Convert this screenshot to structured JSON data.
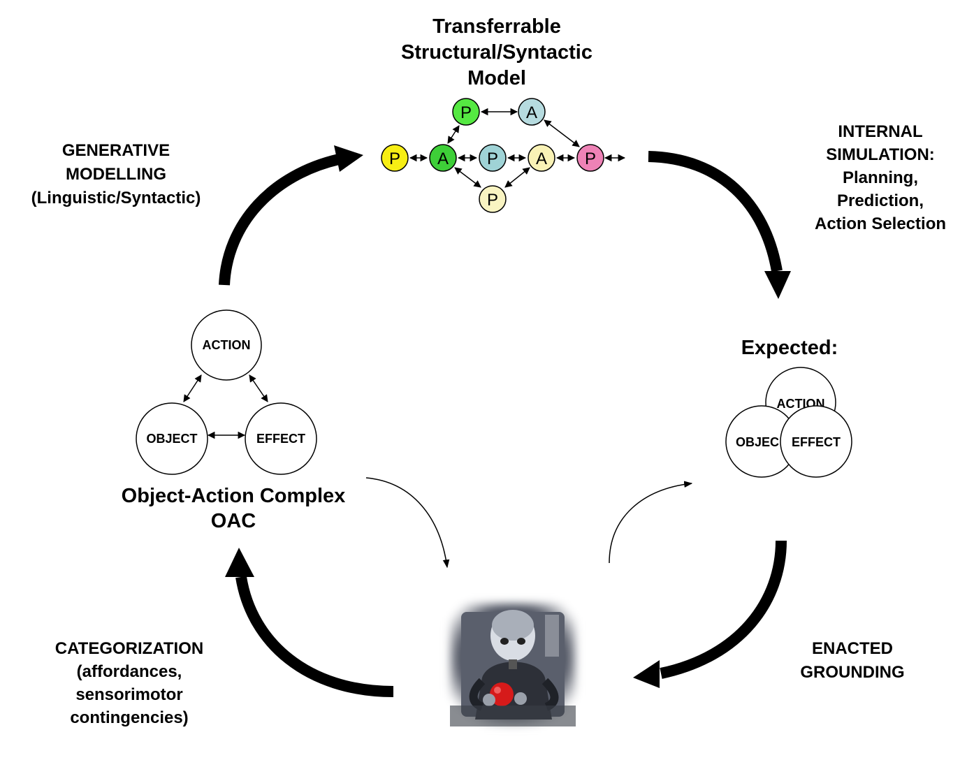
{
  "top_model": {
    "lines": [
      "Transferrable",
      "Structural/Syntactic",
      "Model"
    ]
  },
  "generative": {
    "lines": [
      "GENERATIVE",
      "MODELLING",
      "(Linguistic/Syntactic)"
    ]
  },
  "internal": {
    "lines": [
      "INTERNAL",
      "SIMULATION:",
      "Planning,",
      "Prediction,",
      "Action Selection"
    ]
  },
  "expected": {
    "title": "Expected:"
  },
  "oac": {
    "title_lines": [
      "Object-Action Complex",
      "OAC"
    ],
    "nodes": {
      "action": "ACTION",
      "object": "OBJECT",
      "effect": "EFFECT"
    }
  },
  "expected_nodes": {
    "action": "ACTION",
    "object": "OBJEC",
    "effect": "EFFECT"
  },
  "categorization": {
    "lines": [
      "CATEGORIZATION",
      "(affordances,",
      "sensorimotor",
      "contingencies)"
    ]
  },
  "enacted": {
    "lines": [
      "ENACTED",
      "GROUNDING"
    ]
  },
  "network": {
    "nodes": [
      {
        "id": "p1",
        "letter": "P",
        "color": "#f7ee14"
      },
      {
        "id": "a1",
        "letter": "A",
        "color": "#3ecf38"
      },
      {
        "id": "p2",
        "letter": "P",
        "color": "#9fd3d6"
      },
      {
        "id": "a2",
        "letter": "A",
        "color": "#f9f2b6"
      },
      {
        "id": "p3",
        "letter": "P",
        "color": "#ee82b6"
      },
      {
        "id": "pt",
        "letter": "P",
        "color": "#55e842"
      },
      {
        "id": "at",
        "letter": "A",
        "color": "#b6dbdf"
      },
      {
        "id": "pb",
        "letter": "P",
        "color": "#f9f4c2"
      }
    ]
  },
  "image": {
    "alt": "Humanoid robot holding a red ball"
  }
}
